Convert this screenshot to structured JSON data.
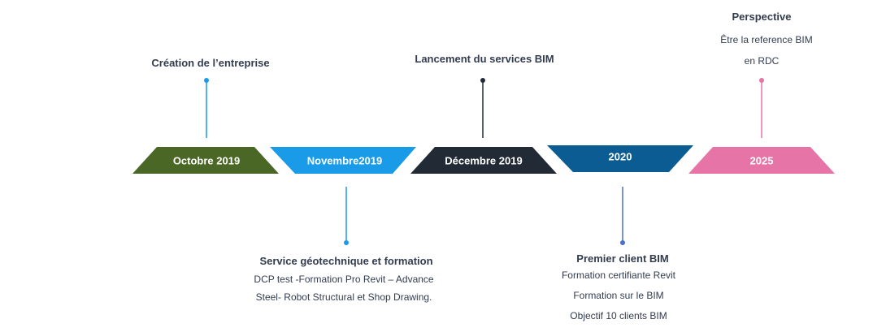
{
  "colors": {
    "green": "#4a6726",
    "blue": "#1a9be8",
    "dark": "#222a35",
    "navy": "#0b5c93",
    "pink": "#e774a6"
  },
  "milestones": [
    {
      "date": "Octobre 2019",
      "title": "Création de l’entreprise",
      "lines": []
    },
    {
      "date": "Novembre2019",
      "title": "Service géotechnique et formation",
      "lines": [
        "DCP test -Formation Pro Revit – Advance",
        "Steel- Robot Structural et Shop Drawing."
      ]
    },
    {
      "date": "Décembre 2019",
      "title": "Lancement du services BIM",
      "lines": []
    },
    {
      "date": "2020",
      "title": "Premier client BIM",
      "lines": [
        "Formation certifiante Revit",
        "Formation sur le BIM",
        "Objectif 10 clients BIM"
      ]
    },
    {
      "date": "2025",
      "title": "Perspective",
      "lines": [
        "Être la reference BIM",
        "en RDC"
      ]
    }
  ]
}
